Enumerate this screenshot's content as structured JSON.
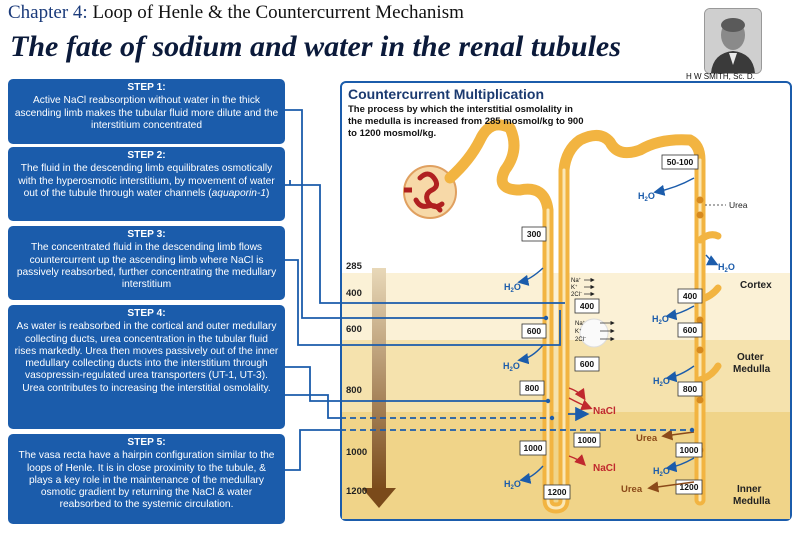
{
  "header": {
    "chapter_num": "Chapter 4:",
    "chapter_title": "Loop of Henle & the Countercurrent Mechanism",
    "main_title": "The fate of sodium and water in the renal tubules",
    "portrait_caption": "H W SMITH, Sc. D."
  },
  "steps": [
    {
      "title": "STEP 1:",
      "text": "Active NaCl reabsorption without water in the thick ascending limb makes the tubular fluid more dilute and the interstitium concentrated"
    },
    {
      "title": "STEP 2:",
      "text_before": "The fluid in the descending limb equilibrates osmotically with the hyperosmotic interstitium, by  movement of water out of the tubule through water channels (",
      "text_italic": "aquaporin-1",
      "text_after": ")"
    },
    {
      "title": "STEP 3:",
      "text": "The concentrated fluid in the descending limb flows countercurrent up the ascending limb where NaCl is passively reabsorbed, further concentrating the medullary interstitium"
    },
    {
      "title": "STEP 4:",
      "text": "As water is reabsorbed in the cortical and outer medullary collecting ducts, urea concentration in the tubular fluid rises markedly. Urea then moves passively out of the inner medullary collecting ducts into the interstitium through vasopressin-regulated urea transporters (UT-1, UT-3). Urea contributes to increasing the interstitial osmolality."
    },
    {
      "title": "STEP 5:",
      "text": "The vasa recta have a hairpin configuration similar to the loops of Henle. It is in close proximity to the tubule,  & plays a key role in the maintenance of the medullary osmotic gradient by returning the NaCl & water reabsorbed  to the systemic circulation."
    }
  ],
  "panel": {
    "title": "Countercurrent Multiplication",
    "description": "The process by which the interstitial osmolality in the medulla is increased from 285 mosmol/kg to 900 to 1200 mosmol/kg."
  },
  "osmolality_scale": [
    "285",
    "400",
    "600",
    "800",
    "1000",
    "1200"
  ],
  "zones": [
    "Cortex",
    "Outer Medulla",
    "Inner Medulla"
  ],
  "tubule_values": {
    "top": "300",
    "cd_top": "50-100",
    "desc": [
      "600",
      "800",
      "1000",
      "1200"
    ],
    "asc": [
      "400",
      "600",
      "1000"
    ],
    "cd": [
      "400",
      "600",
      "800",
      "1000",
      "1200"
    ]
  },
  "labels": {
    "h2o": "H",
    "h2o_sub": "2",
    "h2o_end": "O",
    "nacl": "NaCl",
    "urea": "Urea",
    "na": "Na",
    "na_sup": "+",
    "k": "K",
    "k_sup": "+",
    "cl": "2Cl",
    "cl_sup": "−"
  },
  "colors": {
    "step_bg": "#1b5cab",
    "tubule": "#f2b441",
    "cortex": "#fbf1d6",
    "outer_medulla": "#f5e2ad",
    "inner_medulla": "#f0d489",
    "nacl": "#c0282e",
    "h2o": "#1b5cab",
    "urea": "#8b4a1a"
  }
}
